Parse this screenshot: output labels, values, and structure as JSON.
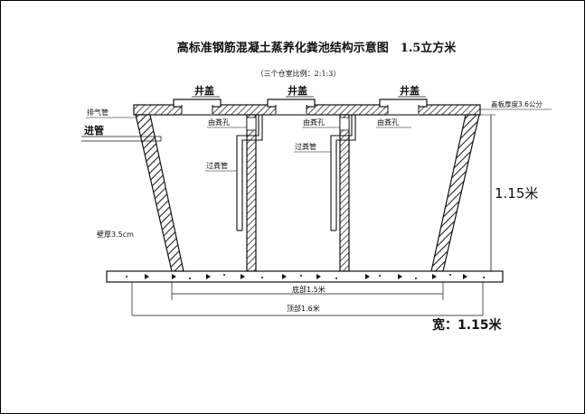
{
  "title": "高标准钢筋混凝土蒸养化粪池结构示意图　1.5立方米",
  "subtitle": "（三个仓室比例：2:1:3）",
  "labels": {
    "well_cover": "井盖",
    "vent_pipe": "排气管",
    "inlet_pipe": "进管",
    "overflow_hole": "由粪孔",
    "transfer_pipe": "过粪管",
    "cover_thickness": "盖板厚度3.6公分",
    "height": "1.15米",
    "wall_thickness": "壁厚3.5cm",
    "bottom_width": "底部1.5米",
    "top_width": "顶部1.6米",
    "width": "宽：1.15米"
  }
}
